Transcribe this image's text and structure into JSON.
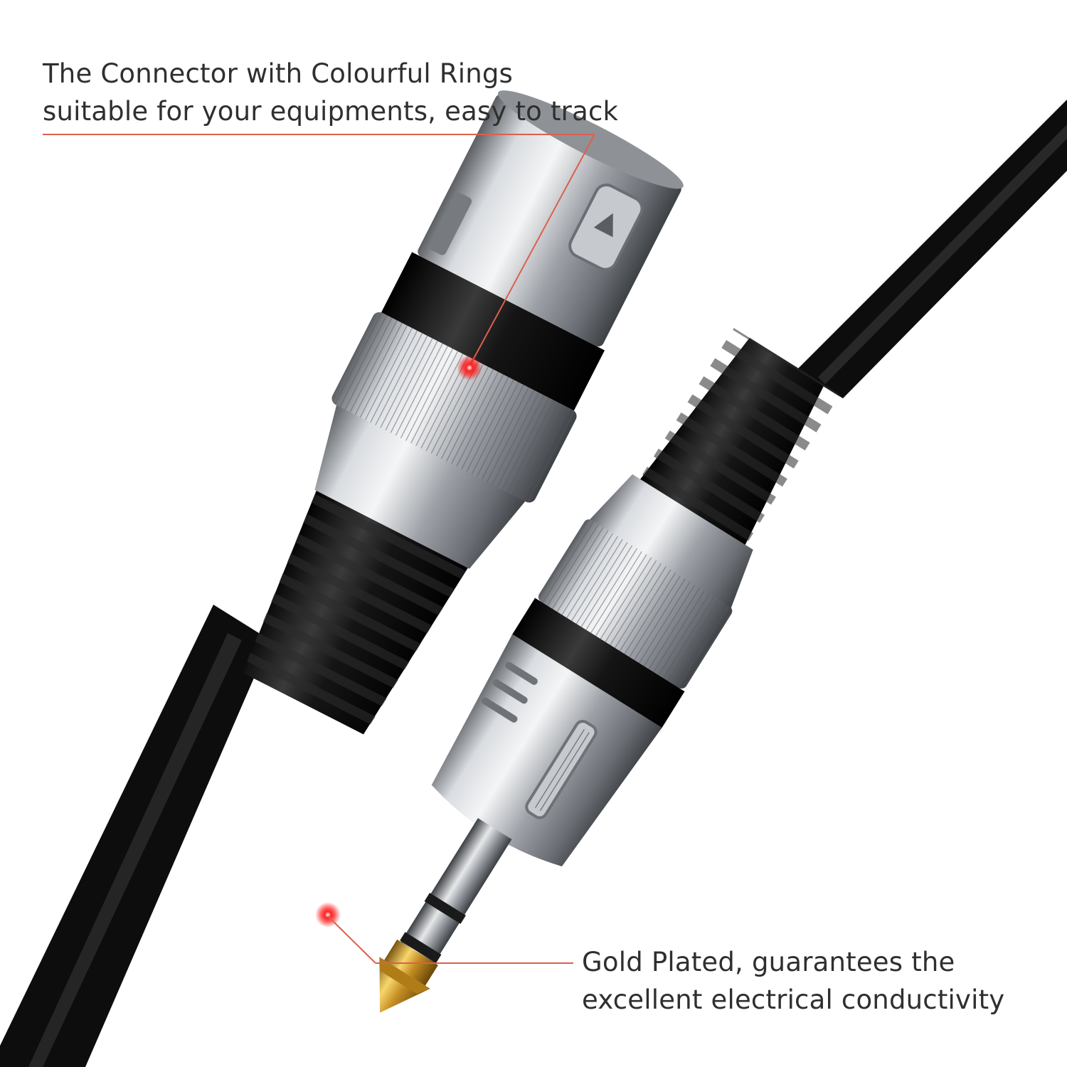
{
  "captions": {
    "top": {
      "line1": "The Connector with Colourful Rings",
      "line2": "suitable for your equipments, easy to track"
    },
    "bottom": {
      "line1": "Gold Plated, guarantees the",
      "line2": "excellent electrical conductivity"
    }
  },
  "colors": {
    "background": "#ffffff",
    "text": "#2f2f2f",
    "callout_line": "#d9614d",
    "callout_dot": "#ff1a1a",
    "cable": "#0d0d0d",
    "chrome": "#b5b9bf",
    "gold": "#d7a531"
  }
}
